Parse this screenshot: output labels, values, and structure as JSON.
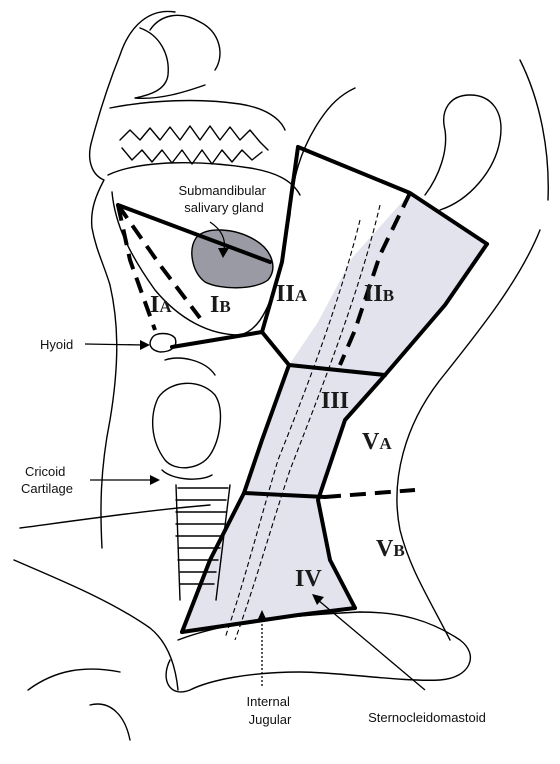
{
  "levels": {
    "ia": {
      "main": "I",
      "sub": "A"
    },
    "ib": {
      "main": "I",
      "sub": "B"
    },
    "iia": {
      "main": "II",
      "sub": "A"
    },
    "iib": {
      "main": "II",
      "sub": "B"
    },
    "iii": {
      "main": "III"
    },
    "iv": {
      "main": "IV"
    },
    "va": {
      "main": "V",
      "sub": "A"
    },
    "vb": {
      "main": "V",
      "sub": "B"
    }
  },
  "labels": {
    "submandibular_line1": "Submandibular",
    "submandibular_line2": "salivary gland",
    "hyoid": "Hyoid",
    "cricoid_line1": "Cricoid",
    "cricoid_line2": "Cartilage",
    "internal_jugular_line1": "Internal",
    "internal_jugular_line2": "Jugular",
    "sternocleidomastoid": "Sternocleidomastoid"
  },
  "colors": {
    "region_fill": "#e3e3ee",
    "gland_fill": "#9a9aa4",
    "line": "#000000"
  }
}
